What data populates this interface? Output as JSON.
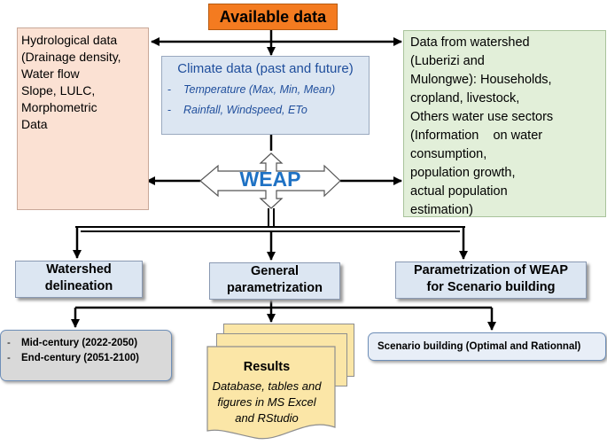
{
  "header": {
    "title": "Available data"
  },
  "hydrological": {
    "lines": [
      "Hydrological data",
      "(Drainage density,",
      "Water flow",
      "Slope, LULC,",
      "Morphometric",
      "Data"
    ]
  },
  "climate": {
    "title": "Climate data (past and future)",
    "items": [
      {
        "bullet": "-",
        "text": "Temperature (Max, Min, Mean)"
      },
      {
        "bullet": "-",
        "text": "Rainfall, Windspeed,  ETo"
      }
    ]
  },
  "watershed": {
    "lines": [
      "Data from watershed",
      "(Luberizi and",
      "Mulongwe): Households,",
      "cropland, livestock,",
      "Others water use sectors",
      "(Information    on water",
      "consumption,",
      "population growth,",
      "actual population",
      "estimation)"
    ]
  },
  "center": {
    "label": "WEAP"
  },
  "steps": {
    "delineation": {
      "line1": "Watershed",
      "line2": "delineation"
    },
    "parametrization": {
      "line1": "General",
      "line2": "parametrization"
    },
    "scenario": {
      "line1": "Parametrization of WEAP",
      "line2": "for Scenario building"
    }
  },
  "periods": {
    "items": [
      {
        "bullet": "-",
        "text": "Mid-century (2022-2050)"
      },
      {
        "bullet": "-",
        "text": "End-century (2051-2100)"
      }
    ]
  },
  "scenario_building": {
    "label": "Scenario building (Optimal and Rationnal)"
  },
  "results": {
    "title": "Results",
    "body": "Database, tables and figures in MS Excel and RStudio"
  },
  "colors": {
    "header_fill": "#f47b20",
    "hydro_fill": "#fbe1d3",
    "climate_fill": "#dce6f2",
    "climate_text": "#1f4e9c",
    "watershed_fill": "#e2efd9",
    "weap_text": "#1f72c4",
    "results_fill": "#fbe6a7"
  }
}
